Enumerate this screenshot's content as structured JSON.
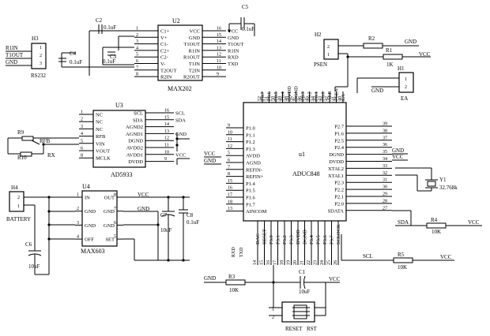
{
  "components": {
    "u2": {
      "ref": "U2",
      "part": "MAX202",
      "left_pins": [
        [
          "1",
          "C1+"
        ],
        [
          "2",
          "V+"
        ],
        [
          "3",
          "C1-"
        ],
        [
          "4",
          "C2+"
        ],
        [
          "5",
          "C2-"
        ],
        [
          "6",
          "V-"
        ],
        [
          "7",
          "T2OUT"
        ],
        [
          "8",
          "R2IN"
        ]
      ],
      "right_pins": [
        [
          "16",
          "VCC"
        ],
        [
          "15",
          "GND"
        ],
        [
          "14",
          "T1OUT"
        ],
        [
          "13",
          "R1IN"
        ],
        [
          "12",
          "R1OUT"
        ],
        [
          "11",
          "T1IN"
        ],
        [
          "10",
          "T2IN"
        ],
        [
          "9",
          "R2OUT"
        ]
      ],
      "right_nets": [
        "VCC",
        "GND",
        "T1OUT",
        "R1IN",
        "RXD",
        "TXD",
        "",
        ""
      ]
    },
    "rs232": {
      "ref": "H3",
      "part": "RS232",
      "pins": [
        "1",
        "2",
        "3"
      ],
      "nets": [
        "R1IN",
        "T1OUT",
        "GND"
      ]
    },
    "caps_top": {
      "c2_ref": "C2",
      "c2_val": "0.1uF",
      "c3_ref": "C3",
      "c3_val": "0.1uF",
      "c4_ref": "C4",
      "c4_val": "0.1uF",
      "c5_ref": "C5",
      "c5_val": "0.1uF"
    },
    "u3": {
      "ref": "U3",
      "part": "AD5933",
      "left_pins": [
        [
          "1",
          "NC"
        ],
        [
          "2",
          "NC"
        ],
        [
          "3",
          "NC"
        ],
        [
          "4",
          "RFB"
        ],
        [
          "5",
          "VIN"
        ],
        [
          "6",
          "VOUT"
        ],
        [
          "8",
          "MCLK"
        ]
      ],
      "right_pins": [
        [
          "16",
          "SCL"
        ],
        [
          "15",
          "SDA"
        ],
        [
          "14",
          "AGND2"
        ],
        [
          "13",
          "AGND1"
        ],
        [
          "12",
          "DGND"
        ],
        [
          "11",
          "AVDD2"
        ],
        [
          "10",
          "AVDD1"
        ],
        [
          "9",
          "DVDD"
        ]
      ],
      "right_nets": [
        "SCL",
        "SDA",
        "",
        "GND",
        "",
        "",
        "VCC",
        ""
      ],
      "r9_ref": "R9",
      "r10_ref": "R10",
      "rfb_net": "RFB",
      "rx_net": "RX"
    },
    "battery": {
      "ref": "H4",
      "label": "BATTERY",
      "pins": [
        "1",
        "2"
      ],
      "c6_ref": "C6",
      "c6_val": "10uF"
    },
    "u4": {
      "ref": "U4",
      "part": "MAX603",
      "left_pins": [
        [
          "1",
          "IN"
        ],
        [
          "2",
          "GND"
        ],
        [
          "3",
          "GND"
        ],
        [
          "4",
          "OFF"
        ]
      ],
      "right_pins": [
        [
          "8",
          "OUT"
        ],
        [
          "7",
          "GND"
        ],
        [
          "6",
          "GND"
        ],
        [
          "5",
          "SET"
        ]
      ],
      "vcc_net": "VCC",
      "gnd_net": "GND",
      "c7_ref": "C7",
      "c7_val": "10uF",
      "c8_ref": "C8",
      "c8_val": "0.1uF"
    },
    "u1": {
      "ref": "u1",
      "part": "ADUC848",
      "left_pins": [
        [
          "9",
          "P1.0"
        ],
        [
          "10",
          "P1.1"
        ],
        [
          "11",
          "P1.2"
        ],
        [
          "12",
          "P1.3"
        ],
        [
          "5",
          "AVDD"
        ],
        [
          "6",
          "AGND"
        ],
        [
          "7",
          "REFIN-"
        ],
        [
          "8",
          "REFIN+"
        ],
        [
          "15",
          "P1.4"
        ],
        [
          "16",
          "P1.5"
        ],
        [
          "17",
          "P1.6"
        ],
        [
          "18",
          "P1.7"
        ],
        [
          "13",
          "AINCOM"
        ]
      ],
      "right_pins": [
        [
          "39",
          "P2.7"
        ],
        [
          "38",
          "P1.6"
        ],
        [
          "37",
          "P2.5"
        ],
        [
          "36",
          "P2.4"
        ],
        [
          "35",
          "DGND"
        ],
        [
          "34",
          "DVDD"
        ],
        [
          "33",
          "XTAL2"
        ],
        [
          "32",
          "XTAL1"
        ],
        [
          "31",
          "P2.3"
        ],
        [
          "30",
          "P2.2"
        ],
        [
          "29",
          "P2.1"
        ],
        [
          "28",
          "P2.0"
        ],
        [
          "27",
          "SDATA"
        ]
      ],
      "top_pins": [
        [
          "52",
          "P0.7"
        ],
        [
          "51",
          "P0.6"
        ],
        [
          "50",
          "P0.5"
        ],
        [
          "49",
          "P0.4"
        ],
        [
          "48",
          "DVDD"
        ],
        [
          "47",
          "DGND"
        ],
        [
          "46",
          "P0.3"
        ],
        [
          "45",
          "P0.2"
        ],
        [
          "44",
          "P0.1"
        ],
        [
          "43",
          "P0.0"
        ],
        [
          "42",
          "ALE"
        ],
        [
          "41",
          "PSEN"
        ],
        [
          "40",
          "EA"
        ]
      ],
      "bottom_pins": [
        [
          "14",
          "DAC"
        ],
        [
          "15",
          "RESET"
        ],
        [
          "16",
          "P3.0"
        ],
        [
          "17",
          "P3.1"
        ],
        [
          "18",
          "P3.2"
        ],
        [
          "19",
          "P3.3"
        ],
        [
          "20",
          "DVDD"
        ],
        [
          "21",
          "DGND"
        ],
        [
          "22",
          "P3.4"
        ],
        [
          "23",
          "P3.5"
        ],
        [
          "24",
          "P3.6"
        ],
        [
          "25",
          "P3.7"
        ],
        [
          "26",
          "SCLOCK"
        ]
      ],
      "bottom_extra": [
        "RXD",
        "TXD"
      ],
      "vcc_net": "VCC",
      "gnd_net": "GND"
    },
    "psen": {
      "ref": "H2",
      "part": "PSEN",
      "pins": [
        "2",
        "1"
      ],
      "r2_ref": "R2",
      "gnd_net": "GND",
      "r1_ref": "R1",
      "r1_val": "1K",
      "vcc_net": "VCC"
    },
    "ea": {
      "ref": "H1",
      "part": "EA",
      "pins": [
        "1",
        "2"
      ],
      "gnd_net": "GND"
    },
    "crystal": {
      "ref": "Y1",
      "val": "32.768k"
    },
    "r4": {
      "ref": "R4",
      "val": "10K",
      "net": "SDA",
      "vcc_net": "VCC"
    },
    "r5": {
      "ref": "R5",
      "val": "10K",
      "net": "SCL",
      "vcc_net": "VCC"
    },
    "r3": {
      "ref": "R3",
      "val": "10K",
      "gnd_net": "GND"
    },
    "c1": {
      "ref": "C1",
      "val": "10uF",
      "vcc_net": "VCC"
    },
    "reset": {
      "ref": "RESET",
      "part": "RST",
      "pins": [
        "1",
        "2"
      ]
    }
  }
}
